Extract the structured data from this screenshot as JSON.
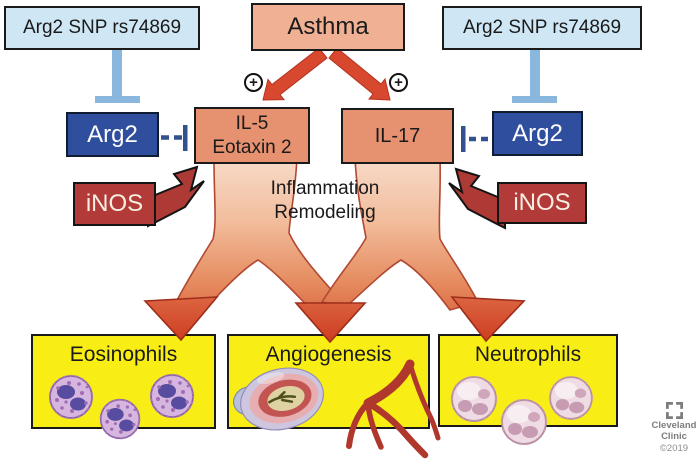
{
  "nodes": {
    "snp_left": {
      "label": "Arg2 SNP rs74869"
    },
    "asthma": {
      "label": "Asthma"
    },
    "snp_right": {
      "label": "Arg2 SNP rs74869"
    },
    "arg2_left": {
      "label": "Arg2"
    },
    "arg2_right": {
      "label": "Arg2"
    },
    "il5": {
      "line1": "IL-5",
      "line2": "Eotaxin 2"
    },
    "il17": {
      "label": "IL-17"
    },
    "inos_left": {
      "label": "iNOS"
    },
    "inos_right": {
      "label": "iNOS"
    },
    "plus_left": {
      "symbol": "+"
    },
    "plus_right": {
      "symbol": "+"
    },
    "inflammation": {
      "line1": "Inflammation",
      "line2": "Remodeling"
    }
  },
  "outcomes": [
    {
      "label": "Eosinophils"
    },
    {
      "label": "Angiogenesis"
    },
    {
      "label": "Neutrophils"
    }
  ],
  "footer": {
    "brand_line1": "Cleveland",
    "brand_line2": "Clinic",
    "copyright": "©2019"
  },
  "colors": {
    "light_blue_box": "#cfe7f5",
    "inhibit_bar_blue": "#8ab7dd",
    "dark_blue_box": "#2f4f9e",
    "salmon_box": "#e69170",
    "peach_box": "#efb093",
    "brick_red_box": "#b23a38",
    "asthma_arrow_red": "#d7482e",
    "yellow_box": "#f8ee16",
    "stream_light": "#f6d8c6",
    "stream_dark": "#d04023",
    "dashed_inhibit_blue": "#33508f",
    "footer_gray": "#7d7d7d"
  }
}
